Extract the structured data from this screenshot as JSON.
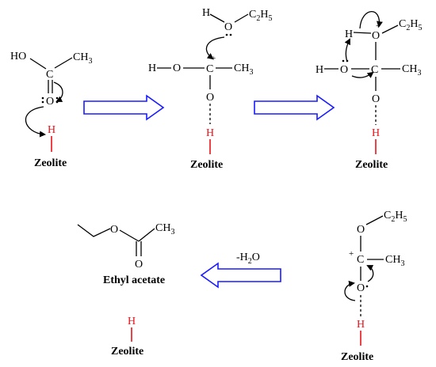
{
  "atoms": {
    "ho": "HO",
    "c": "C",
    "o": "O",
    "ch3": "CH",
    "three": "3",
    "h": "H",
    "c2h5": "C",
    "h5": "H",
    "two": "2",
    "five": "5",
    "plus": "+"
  },
  "labels": {
    "zeolite": "Zeolite",
    "ethyl_acetate": "Ethyl acetate",
    "minus_water": "-H",
    "water_o": "O"
  },
  "colors": {
    "arrow": "#1a1aff",
    "zeolite_h": "#e8141b"
  }
}
